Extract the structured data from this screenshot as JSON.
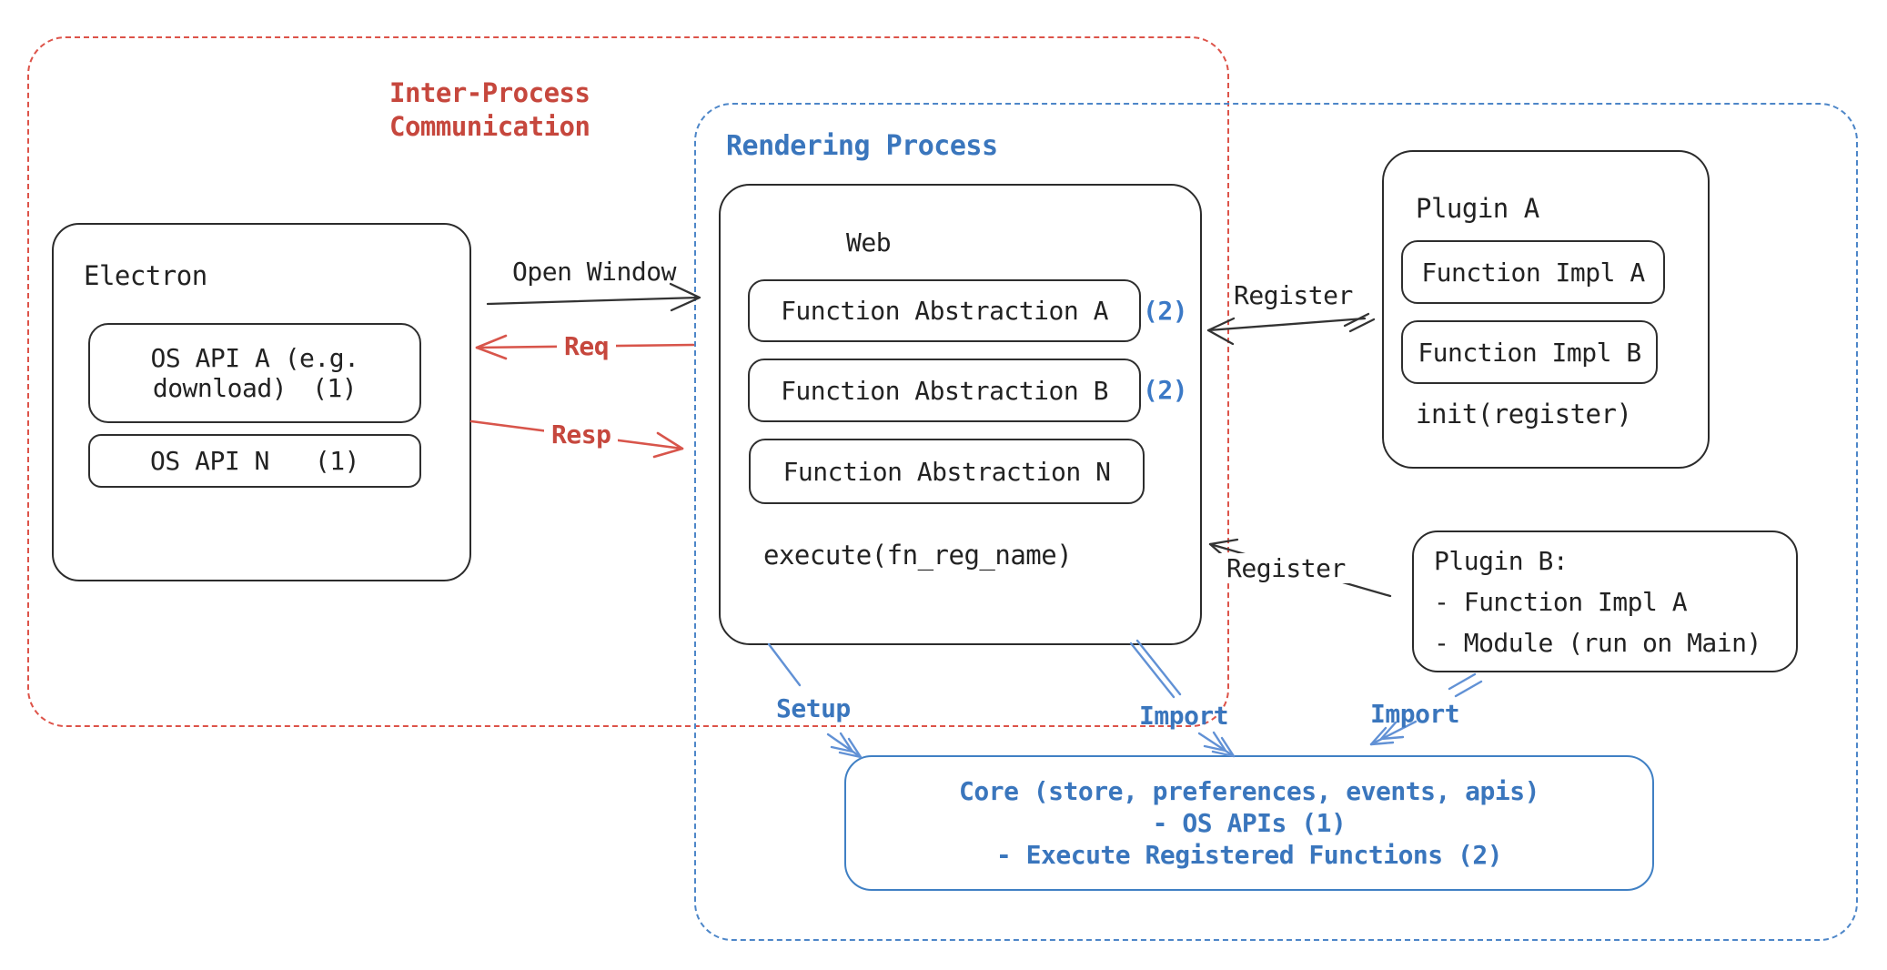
{
  "colors": {
    "red_border": "#dd5349",
    "red_text": "#c6473d",
    "red_arrow": "#d8554b",
    "blue_border": "#4d86c8",
    "blue_text": "#3a76bd",
    "blue_arrow": "#6191d5",
    "black": "#222222",
    "background": "#ffffff"
  },
  "ipc": {
    "line1": "Inter-Process",
    "line2": "Communication"
  },
  "rendering": {
    "title": "Rendering Process"
  },
  "electron": {
    "title": "Electron",
    "api_a": {
      "line1": "OS API A (e.g.",
      "line2": "download)",
      "badge": "(1)"
    },
    "api_n": {
      "label": "OS API N",
      "badge": "(1)"
    }
  },
  "arrows": {
    "open_window": "Open Window",
    "req": "Req",
    "resp": "Resp",
    "register_top": "Register",
    "register_bottom": "Register",
    "setup": "Setup",
    "import_mid": "Import",
    "import_right": "Import"
  },
  "web": {
    "title": "Web",
    "items": [
      {
        "label": "Function Abstraction A",
        "badge": "(2)"
      },
      {
        "label": "Function Abstraction B",
        "badge": "(2)"
      },
      {
        "label": "Function Abstraction N",
        "badge": ""
      }
    ],
    "footer": "execute(fn_reg_name)"
  },
  "plugin_a": {
    "title": "Plugin A",
    "items": [
      "Function Impl A",
      "Function Impl B"
    ],
    "footer": "init(register)"
  },
  "plugin_b": {
    "lines": [
      "Plugin B:",
      "- Function Impl A",
      "- Module (run on Main)"
    ]
  },
  "core": {
    "lines": [
      "Core (store, preferences, events, apis)",
      "- OS APIs (1)",
      "- Execute Registered Functions (2)"
    ]
  }
}
